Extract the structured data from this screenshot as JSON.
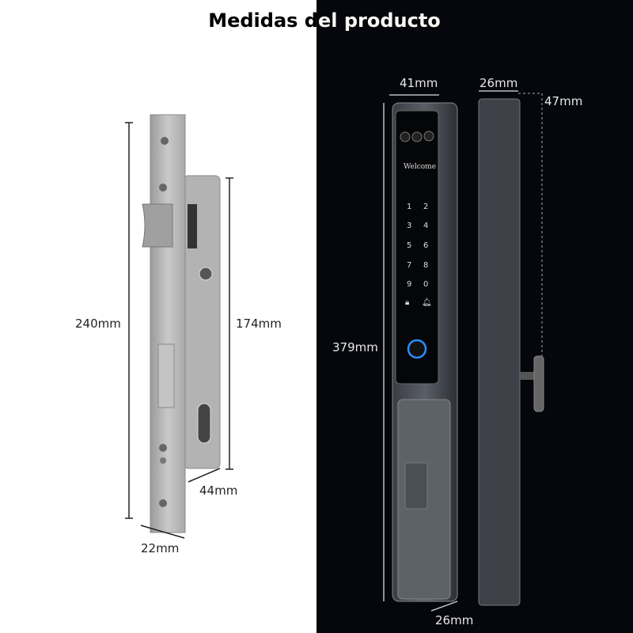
{
  "title": "Medidas del producto",
  "mortise_lock": {
    "height": "240mm",
    "body_height": "174mm",
    "depth": "44mm",
    "faceplate_width": "22mm"
  },
  "smart_lock": {
    "front_width": "41mm",
    "side_width": "26mm",
    "handle_depth": "47mm",
    "height": "379mm",
    "bottom_width": "26mm",
    "screen_text": "Welcome",
    "keys": [
      "1",
      "2",
      "3",
      "4",
      "5",
      "6",
      "7",
      "8",
      "9",
      "0"
    ]
  },
  "colors": {
    "background_dark": "#05070d",
    "fingerprint_ring": "#2a8cff"
  }
}
